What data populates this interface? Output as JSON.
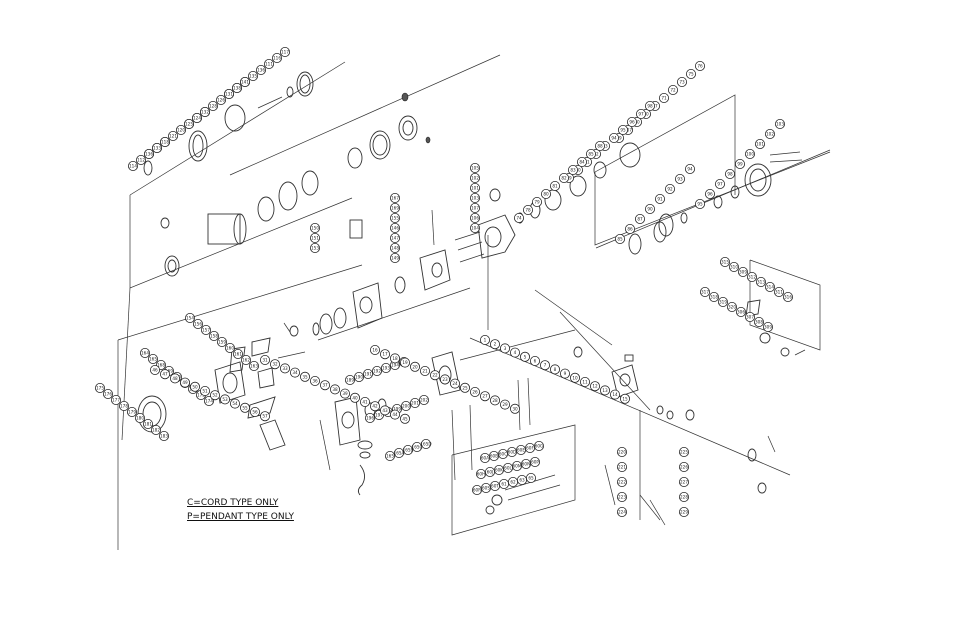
{
  "legend": {
    "cord_note": "C=CORD TYPE ONLY",
    "pendant_note": "P=PENDANT TYPE ONLY"
  },
  "callouts": {
    "upper_left_group": [
      "117",
      "116",
      "111",
      "136",
      "135",
      "134",
      "137",
      "140",
      "141",
      "138",
      "131",
      "126",
      "128",
      "129",
      "130",
      "110",
      "132",
      "124",
      "125",
      "120",
      "121",
      "122",
      "123",
      "119",
      "118",
      "133",
      "136",
      "112",
      "114"
    ],
    "center_group": [
      "105",
      "102",
      "101",
      "103",
      "107",
      "106",
      "104",
      "167",
      "169",
      "155",
      "146",
      "147",
      "148",
      "149",
      "150",
      "151",
      "153"
    ],
    "upper_right_group": [
      "76",
      "75",
      "73",
      "72",
      "71",
      "77",
      "70",
      "80",
      "107",
      "99",
      "98",
      "97",
      "96",
      "95",
      "94",
      "93",
      "92",
      "91",
      "90",
      "89",
      "88",
      "85",
      "84",
      "83",
      "82",
      "81",
      "80",
      "79",
      "78",
      "74"
    ],
    "right_group": [
      "103",
      "102",
      "101",
      "100",
      "99",
      "98",
      "97",
      "96",
      "95",
      "94",
      "93",
      "92",
      "91",
      "90",
      "87",
      "86",
      "85"
    ],
    "far_right_small": [
      "315",
      "310",
      "309",
      "312",
      "313",
      "314",
      "311",
      "316",
      "317",
      "318",
      "319",
      "320",
      "306",
      "307",
      "308",
      "309"
    ],
    "left_lower_group": [
      "154",
      "156",
      "157",
      "158",
      "159",
      "160",
      "161",
      "162",
      "163",
      "164",
      "165",
      "168",
      "169",
      "170",
      "171",
      "172",
      "173",
      "174",
      "175",
      "176",
      "177",
      "178",
      "179",
      "180",
      "181",
      "182",
      "183"
    ],
    "center_lower_group": [
      "189",
      "190",
      "191",
      "192",
      "193",
      "194",
      "195",
      "196",
      "197",
      "198",
      "199",
      "200",
      "201",
      "202",
      "165",
      "165A",
      "165B",
      "165C",
      "165D"
    ],
    "pendant_group": [
      "60A",
      "60B",
      "60C",
      "60D",
      "60E",
      "60F",
      "60G",
      "60H",
      "60J",
      "60K",
      "60L",
      "60M",
      "60N",
      "60P",
      "60R",
      "60S",
      "60T",
      "61",
      "62",
      "63",
      "65"
    ],
    "main_axis": [
      "1",
      "2",
      "3",
      "4",
      "5",
      "6",
      "7",
      "8",
      "9",
      "10",
      "11",
      "12",
      "13",
      "14",
      "15",
      "16",
      "17",
      "18",
      "19",
      "20",
      "21",
      "22",
      "23",
      "24",
      "25",
      "26",
      "27",
      "28",
      "29",
      "30",
      "31",
      "32",
      "33",
      "34",
      "35",
      "36",
      "37",
      "38",
      "39",
      "40",
      "41",
      "42",
      "43",
      "44",
      "45",
      "46",
      "47",
      "48",
      "49",
      "50",
      "51",
      "52",
      "53",
      "54",
      "55",
      "56",
      "57"
    ],
    "cord_group": [
      "220",
      "221",
      "222",
      "223",
      "224",
      "225",
      "226",
      "227",
      "228",
      "229"
    ]
  }
}
